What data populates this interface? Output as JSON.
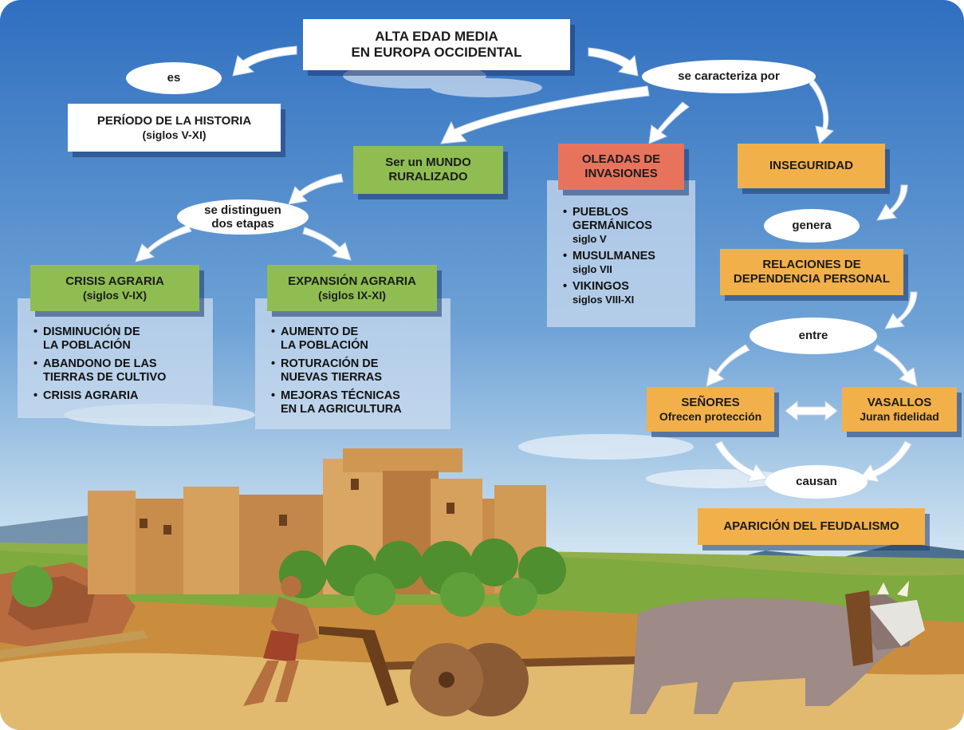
{
  "title_box": {
    "line1": "ALTA EDAD MEDIA",
    "line2": "EN EUROPA OCCIDENTAL"
  },
  "links": {
    "es": "es",
    "caracteriza": "se caracteriza por",
    "distinguen_l1": "se distinguen",
    "distinguen_l2": "dos etapas",
    "genera": "genera",
    "entre": "entre",
    "causan": "causan"
  },
  "periodo": {
    "line1": "PERÍODO DE LA HISTORIA",
    "line2": "(siglos V-XI)"
  },
  "ruralizado": {
    "line1": "Ser un MUNDO",
    "line2": "RURALIZADO"
  },
  "oleadas": {
    "line1": "OLEADAS DE",
    "line2": "INVASIONES",
    "items": [
      {
        "l1": "PUEBLOS",
        "l2": "GERMÁNICOS",
        "l3": "siglo V"
      },
      {
        "l1": "MUSULMANES",
        "l2": "siglo VII"
      },
      {
        "l1": "VIKINGOS",
        "l2": "siglos VIII-XI"
      }
    ]
  },
  "inseguridad": "INSEGURIDAD",
  "relaciones": {
    "line1": "RELACIONES DE",
    "line2": "DEPENDENCIA PERSONAL"
  },
  "senores": {
    "line1": "SEÑORES",
    "line2": "Ofrecen protección"
  },
  "vasallos": {
    "line1": "VASALLOS",
    "line2": "Juran fidelidad"
  },
  "feudalismo": "APARICIÓN DEL FEUDALISMO",
  "crisis": {
    "line1": "CRISIS AGRARIA",
    "line2": "(siglos V-IX)",
    "items": [
      {
        "l1": "DISMINUCIÓN DE",
        "l2": "LA POBLACIÓN"
      },
      {
        "l1": "ABANDONO DE LAS",
        "l2": "TIERRAS DE CULTIVO"
      },
      {
        "l1": "CRISIS AGRARIA"
      }
    ]
  },
  "expansion": {
    "line1": "EXPANSIÓN AGRARIA",
    "line2": "(siglos IX-XI)",
    "items": [
      {
        "l1": "AUMENTO DE",
        "l2": "LA POBLACIÓN"
      },
      {
        "l1": "ROTURACIÓN DE",
        "l2": "NUEVAS TIERRAS"
      },
      {
        "l1": "MEJORAS TÉCNICAS",
        "l2": "EN LA AGRICULTURA"
      }
    ]
  },
  "colors": {
    "sky_top": "#2f6fc0",
    "sky_bottom": "#cfe3f1",
    "green_box": "#8fbd52",
    "orange_box": "#f2b04a",
    "red_box": "#e8735c",
    "castle": "#d19a55",
    "field": "#7faa3e"
  },
  "icons": [
    "castle-illustration",
    "plowman-illustration",
    "oxen-illustration",
    "tree-illustration"
  ]
}
